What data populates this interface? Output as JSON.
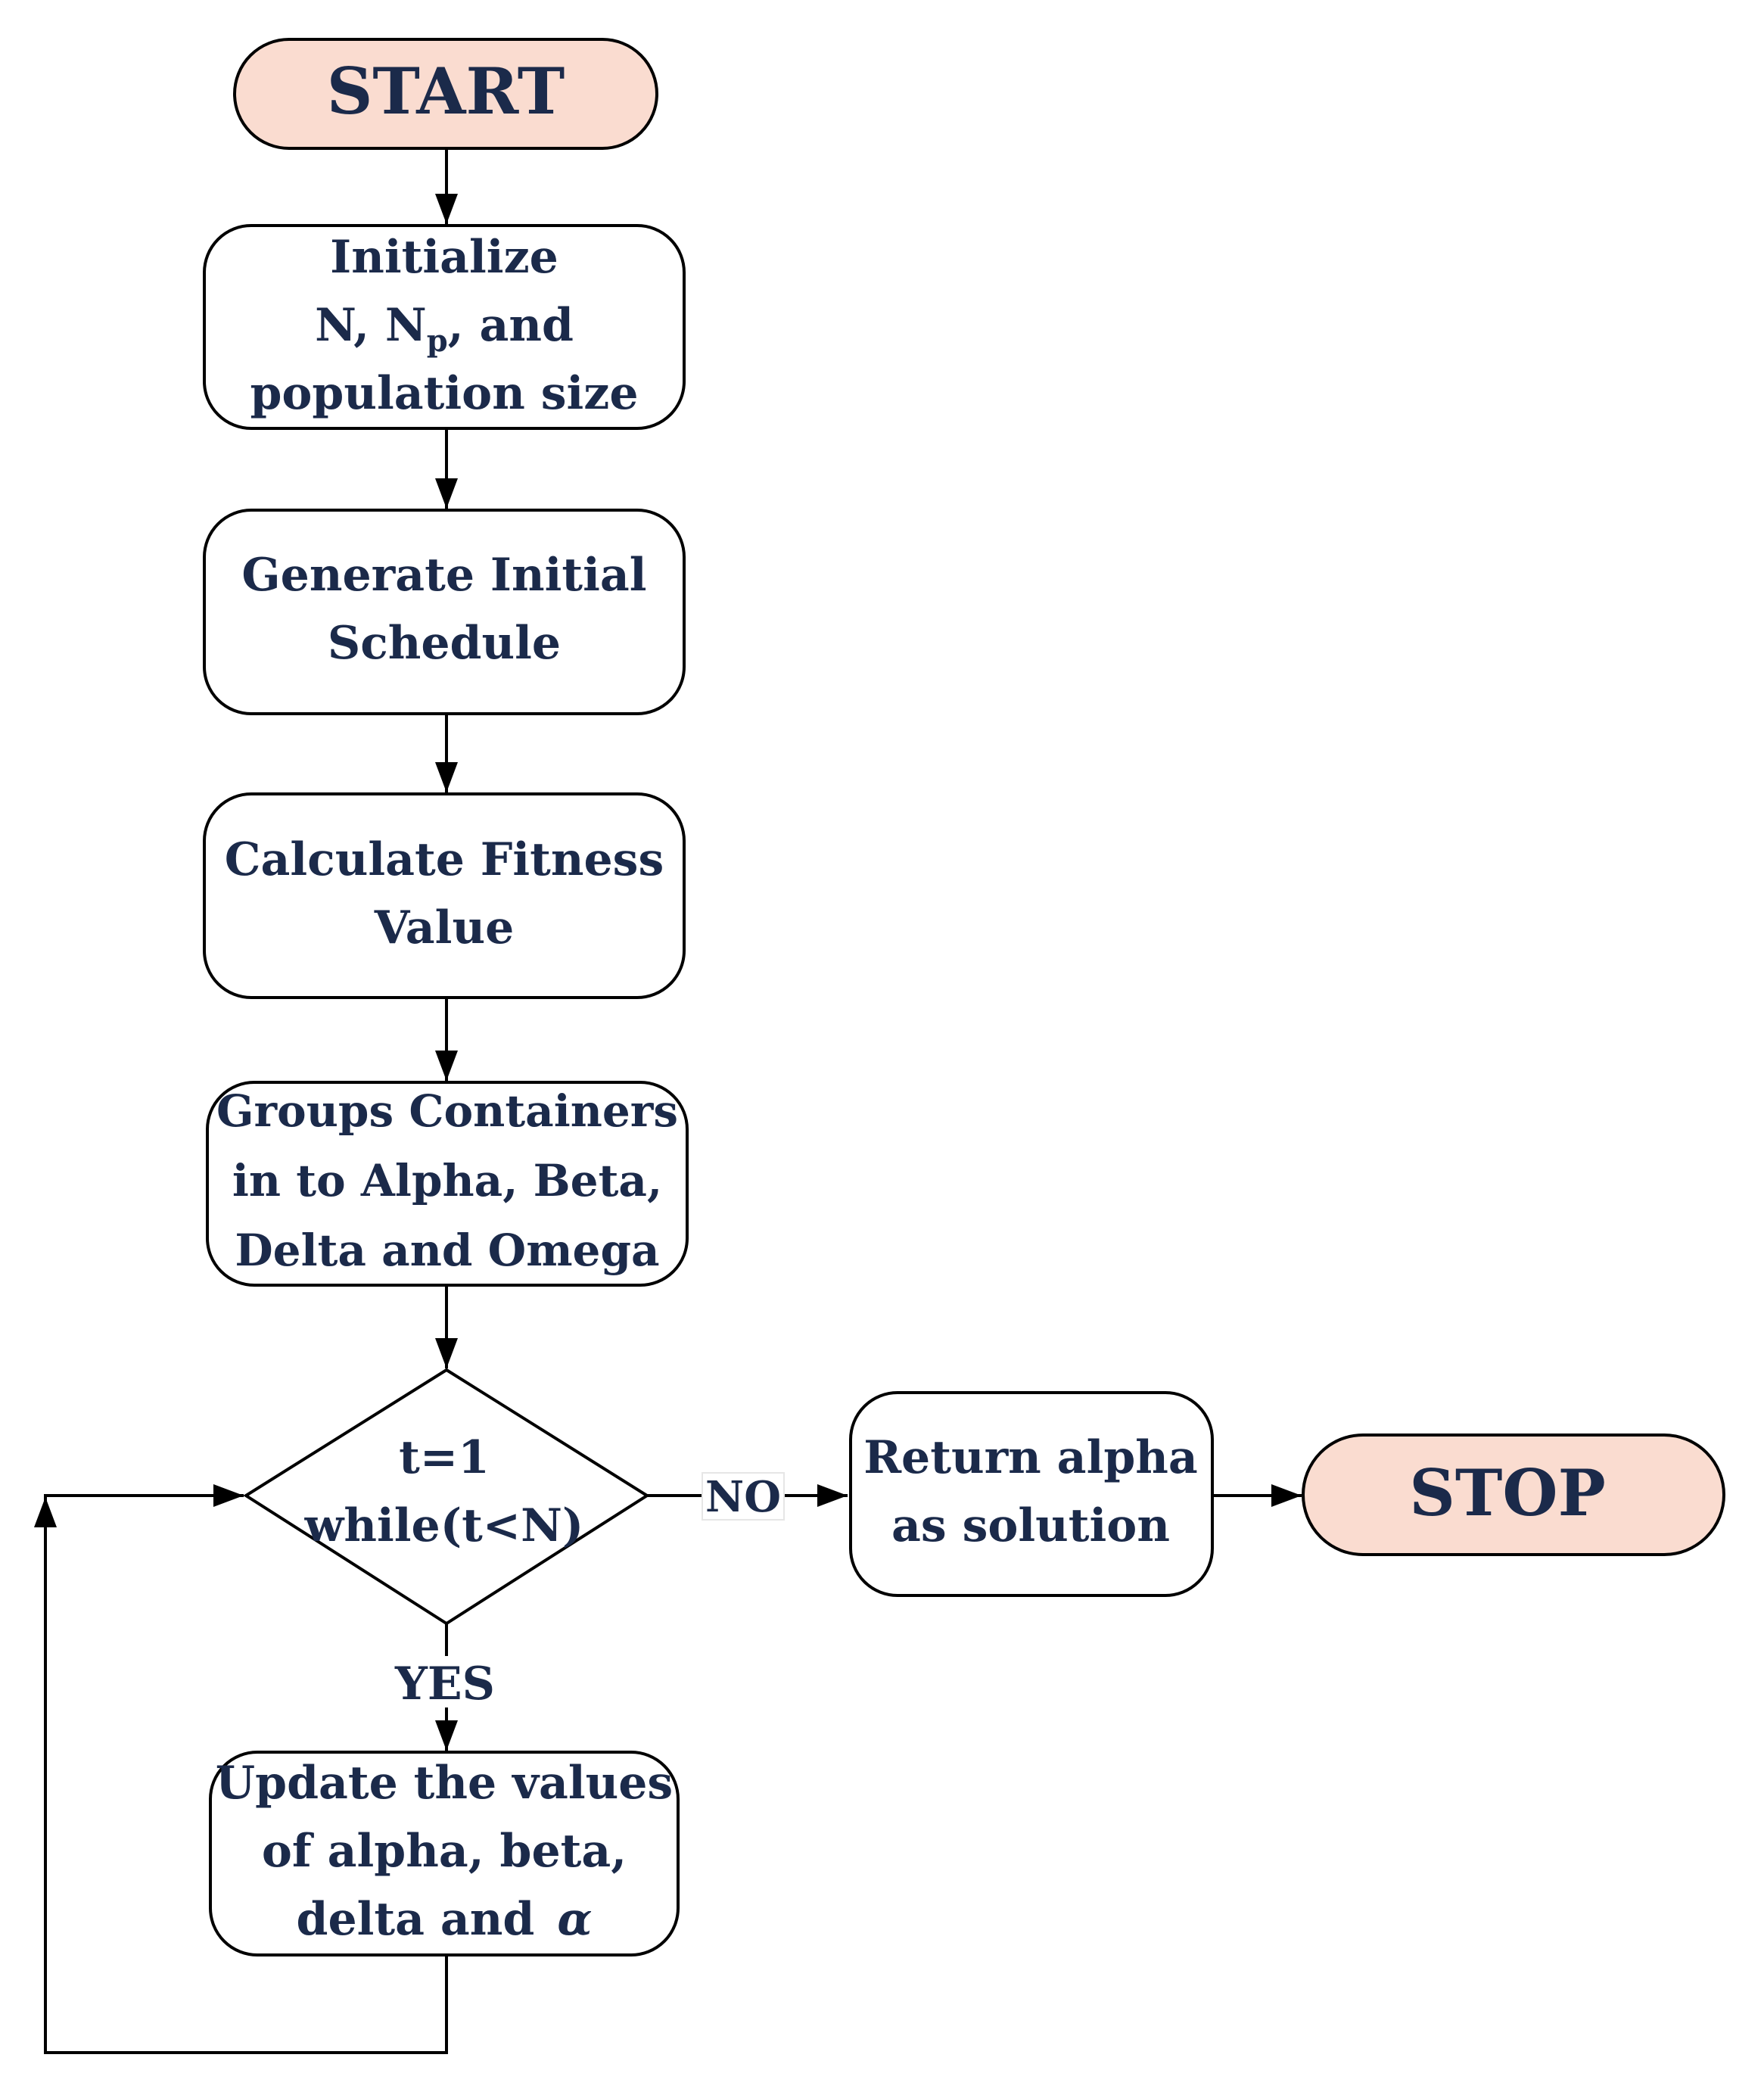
{
  "colors": {
    "line": "#000000",
    "text": "#1b2a4a",
    "terminal_fill": "#fadcd0",
    "box_fill": "#ffffff"
  },
  "nodes": {
    "start": {
      "label": "START"
    },
    "initialize": {
      "line1": "Initialize",
      "line2_prefix": "N, N",
      "line2_sub": "p",
      "line2_suffix": ", and",
      "line3": "population size"
    },
    "generate": {
      "line1": "Generate Initial",
      "line2": "Schedule"
    },
    "fitness": {
      "line1": "Calculate Fitness",
      "line2": "Value"
    },
    "groups": {
      "line1": "Groups Containers",
      "line2": "in to Alpha, Beta,",
      "line3": "Delta and Omega"
    },
    "decision": {
      "line1": "t=1",
      "line2": "while(t<N)"
    },
    "return": {
      "line1": "Return alpha",
      "line2": "as solution"
    },
    "stop": {
      "label": "STOP"
    },
    "update": {
      "line1": "Update the values",
      "line2": "of alpha, beta,",
      "line3": "delta and",
      "line3_symbol": "α"
    }
  },
  "edges": {
    "no_label": "NO",
    "yes_label": "YES"
  }
}
